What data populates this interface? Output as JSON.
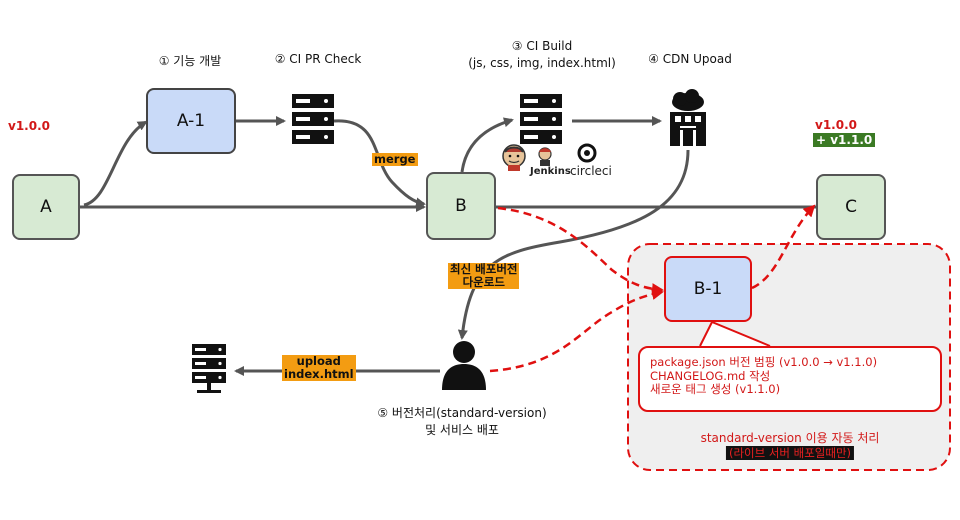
{
  "steps": {
    "step1": "① 기능 개발",
    "step2": "② CI PR Check",
    "step3_line1": "③ CI Build",
    "step3_line2": "(js, css, img, index.html)",
    "step4": "④ CDN Upoad",
    "step5_line1": "⑤ 버전처리(standard-version)",
    "step5_line2": "및 서비스 배포"
  },
  "versions": {
    "left": "v1.0.0",
    "right_old": "v1.0.0",
    "right_new": "+ v1.1.0"
  },
  "nodes": {
    "a": "A",
    "a1": "A-1",
    "b": "B",
    "b1": "B-1",
    "c": "C"
  },
  "tags": {
    "merge": "merge",
    "download_line1": "최신 배포버전",
    "download_line2": "다운로드",
    "upload_line1": "upload",
    "upload_line2": "index.html"
  },
  "logos": {
    "jenkins": "Jenkins",
    "circleci": "circleci"
  },
  "note": {
    "line1": "package.json 버전 범핑 (v1.0.0 → v1.1.0)",
    "line2": "CHANGELOG.md 작성",
    "line3": "새로운 태그 생성 (v1.1.0)"
  },
  "auto": {
    "title": "standard-version 이용 자동 처리",
    "subtitle": "(라이브 서버 배포일때만)"
  },
  "icons": {
    "server1": "server-icon",
    "server2": "server-icon",
    "cdn": "cloud-cdn-icon",
    "person": "user-icon",
    "live": "live-server-icon"
  }
}
